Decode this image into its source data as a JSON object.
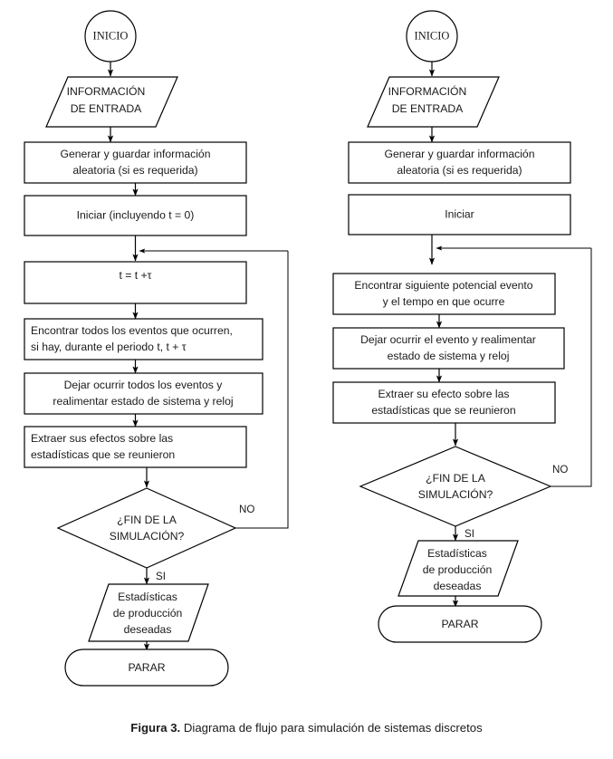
{
  "figure": {
    "caption_label": "Figura 3.",
    "caption_text": " Diagrama de flujo para simulación de sistemas discretos"
  },
  "colors": {
    "stroke": "#000000",
    "fill": "#ffffff",
    "text": "#1a1a1a",
    "background": "#ffffff"
  },
  "diagrams": [
    {
      "id": "left",
      "name": "fixed-increment-time-advance",
      "nodes": {
        "start": {
          "shape": "circle",
          "label": "INICIO"
        },
        "input": {
          "shape": "parallelogram",
          "line1": "INFORMACIÓN",
          "line2": "DE ENTRADA"
        },
        "generate": {
          "shape": "rect",
          "line1": "Generar y guardar información",
          "line2": "aleatoria (si es requerida)"
        },
        "init": {
          "shape": "rect",
          "line1": "Iniciar (incluyendo t = 0)"
        },
        "advance": {
          "shape": "rect",
          "line1": "t = t +τ"
        },
        "find_events": {
          "shape": "rect",
          "line1": "Encontrar todos los eventos que ocurren,",
          "line2": "si hay, durante el periodo t, t + τ"
        },
        "execute": {
          "shape": "rect",
          "line1": "Dejar ocurrir todos los eventos y",
          "line2": "realimentar estado de sistema y reloj"
        },
        "extract": {
          "shape": "rect",
          "line1": "Extraer sus efectos sobre las",
          "line2": "estadísticas que se reunieron"
        },
        "decision": {
          "shape": "diamond",
          "line1": "¿FIN DE LA",
          "line2": "SIMULACIÓN?"
        },
        "output": {
          "shape": "parallelogram",
          "line1": "Estadísticas",
          "line2": "de producción",
          "line3": "deseadas"
        },
        "stop": {
          "shape": "terminator",
          "label": "PARAR"
        }
      },
      "edge_labels": {
        "no": "NO",
        "si": "SI"
      }
    },
    {
      "id": "right",
      "name": "next-event-time-advance",
      "nodes": {
        "start": {
          "shape": "circle",
          "label": "INICIO"
        },
        "input": {
          "shape": "parallelogram",
          "line1": "INFORMACIÓN",
          "line2": "DE ENTRADA"
        },
        "generate": {
          "shape": "rect",
          "line1": "Generar y guardar información",
          "line2": "aleatoria (si es requerida)"
        },
        "init": {
          "shape": "rect",
          "line1": "Iniciar"
        },
        "find_next": {
          "shape": "rect",
          "line1": "Encontrar siguiente potencial evento",
          "line2": "y el tempo en que ocurre"
        },
        "execute": {
          "shape": "rect",
          "line1": "Dejar ocurrir el evento y realimentar",
          "line2": "estado de sistema y reloj"
        },
        "extract": {
          "shape": "rect",
          "line1": "Extraer su efecto sobre las",
          "line2": "estadísticas que se reunieron"
        },
        "decision": {
          "shape": "diamond",
          "line1": "¿FIN DE LA",
          "line2": "SIMULACIÓN?"
        },
        "output": {
          "shape": "parallelogram",
          "line1": "Estadísticas",
          "line2": "de producción",
          "line3": "deseadas"
        },
        "stop": {
          "shape": "terminator",
          "label": "PARAR"
        }
      },
      "edge_labels": {
        "no": "NO",
        "si": "SI"
      }
    }
  ]
}
